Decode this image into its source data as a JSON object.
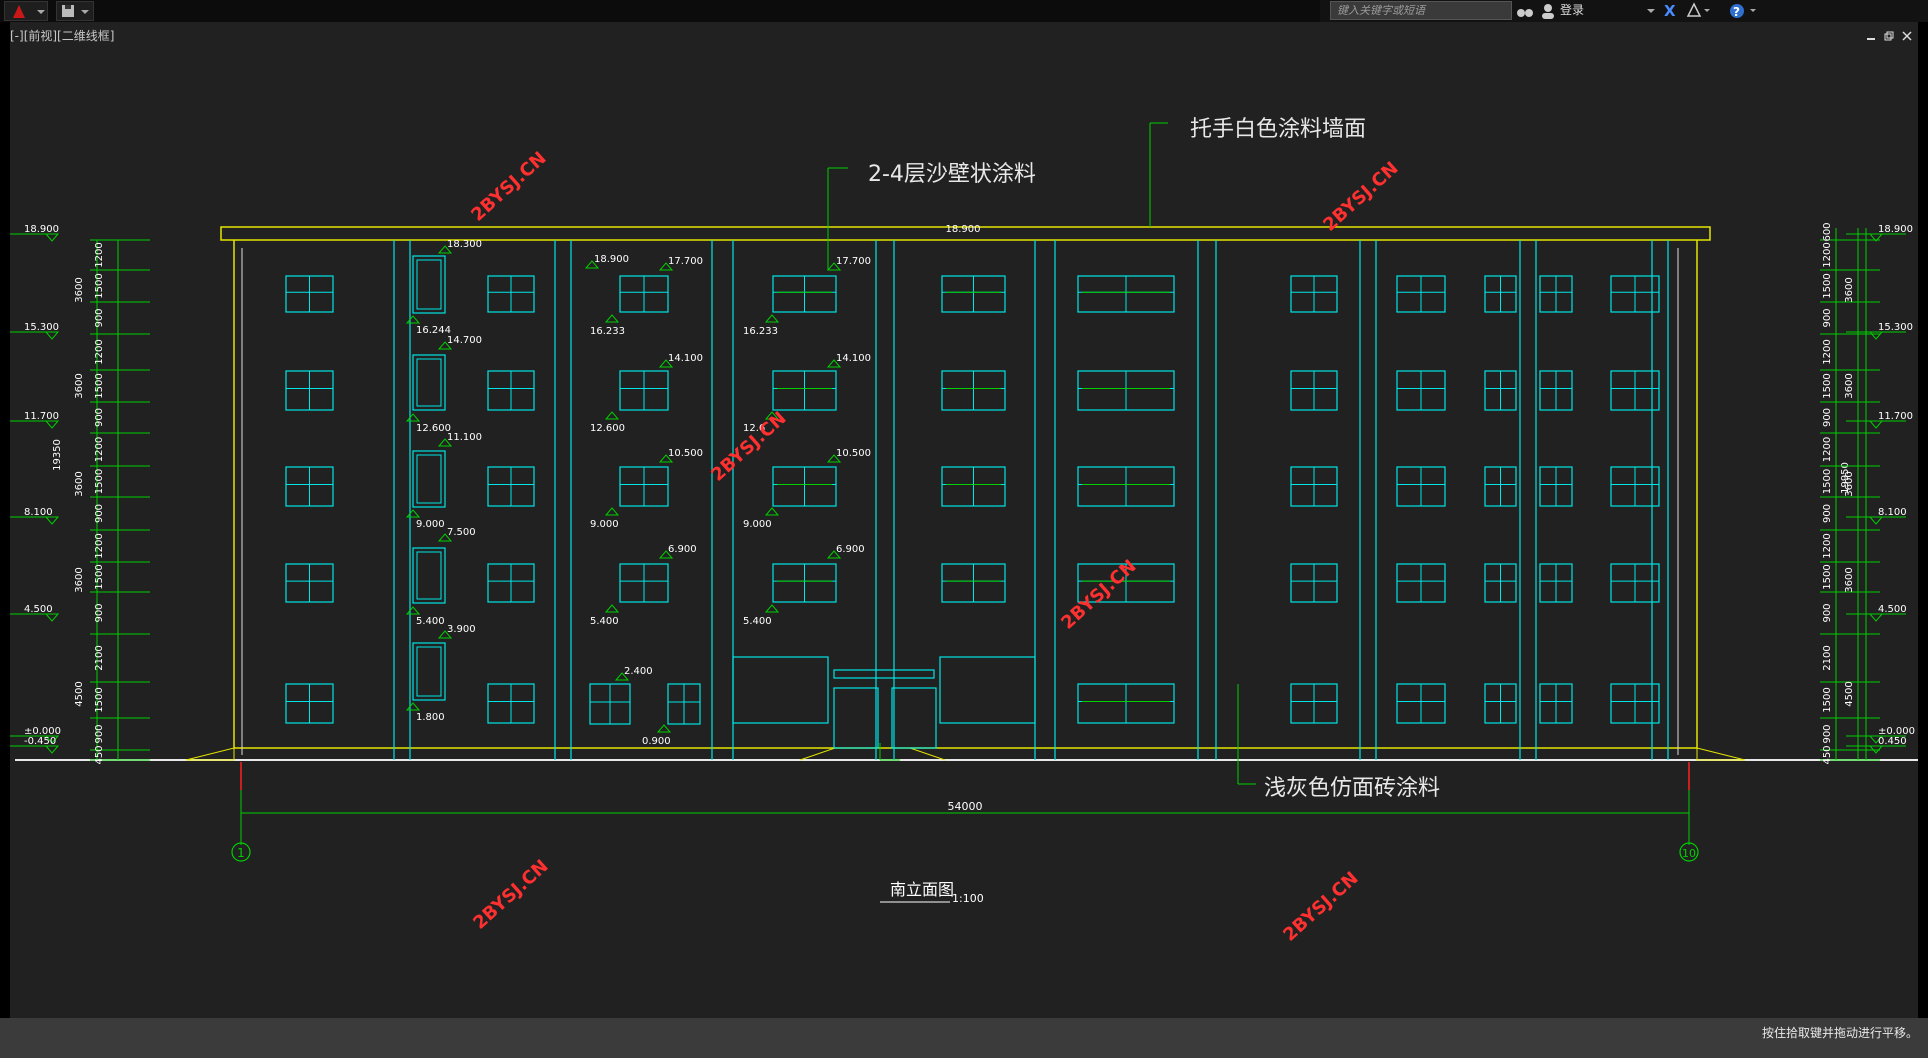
{
  "toolbar": {
    "search_placeholder": "键入关键字或短语",
    "login_label": "登录"
  },
  "viewport": {
    "label": "[-][前视][二维线框]"
  },
  "status": {
    "message": "按住拾取键并拖动进行平移。"
  },
  "drawing": {
    "title": "南立面图",
    "scale": "1:100",
    "annotation_top_right": "托手白色涂料墙面",
    "annotation_top_mid": "2-4层沙壁状涂料",
    "annotation_bottom": "浅灰色仿面砖涂料",
    "watermark": "2BYSJ.CN",
    "total_width_dim": "54000",
    "axis_left": "1",
    "axis_right": "10",
    "roof_elev": "18.900",
    "left_elevations": [
      "18.900",
      "15.300",
      "11.700",
      "8.100",
      "4.500",
      "±0.000",
      "-0.450"
    ],
    "right_elevations": [
      "18.900",
      "15.300",
      "11.700",
      "8.100",
      "4.500",
      "±0.000",
      "0.450"
    ],
    "left_total_dim": "19350",
    "right_total_dim": "19950",
    "left_dims_a": [
      "1200",
      "1500",
      "900",
      "1200",
      "1500",
      "900",
      "1200",
      "1500",
      "900",
      "1200",
      "1500",
      "900",
      "2100",
      "1500",
      "900",
      "450"
    ],
    "left_dims_b": [
      "3600",
      "3600",
      "3600",
      "3600",
      "4500"
    ],
    "right_dims_a": [
      "600",
      "1200",
      "1500",
      "900",
      "1200",
      "1500",
      "900",
      "1200",
      "1500",
      "900",
      "1200",
      "1500",
      "900",
      "2100",
      "1500",
      "900",
      "450"
    ],
    "right_dims_b": [
      "3600",
      "3600",
      "3600",
      "3600",
      "4500"
    ],
    "stair_elev_top": [
      "18.300",
      "14.700",
      "11.100",
      "7.500",
      "3.900"
    ],
    "stair_elev_bottom": [
      "16.244",
      "12.600",
      "9.000",
      "5.400",
      "1.800"
    ],
    "col3_top": [
      "18.900",
      "17.700",
      "14.100",
      "10.500",
      "6.900",
      "2.400"
    ],
    "col3_bottom": [
      "16.233",
      "12.600",
      "9.000",
      "5.400",
      "0.900"
    ],
    "col4_top": [
      "17.700",
      "14.100",
      "10.500",
      "6.900"
    ],
    "col4_bottom": [
      "16.233",
      "12.6",
      "9.000",
      "5.400"
    ]
  },
  "colors": {
    "window": "#00e5e5",
    "dim": "#00d000",
    "roof": "#e5e500",
    "watermark": "#ff3030",
    "canvas": "#212121"
  }
}
